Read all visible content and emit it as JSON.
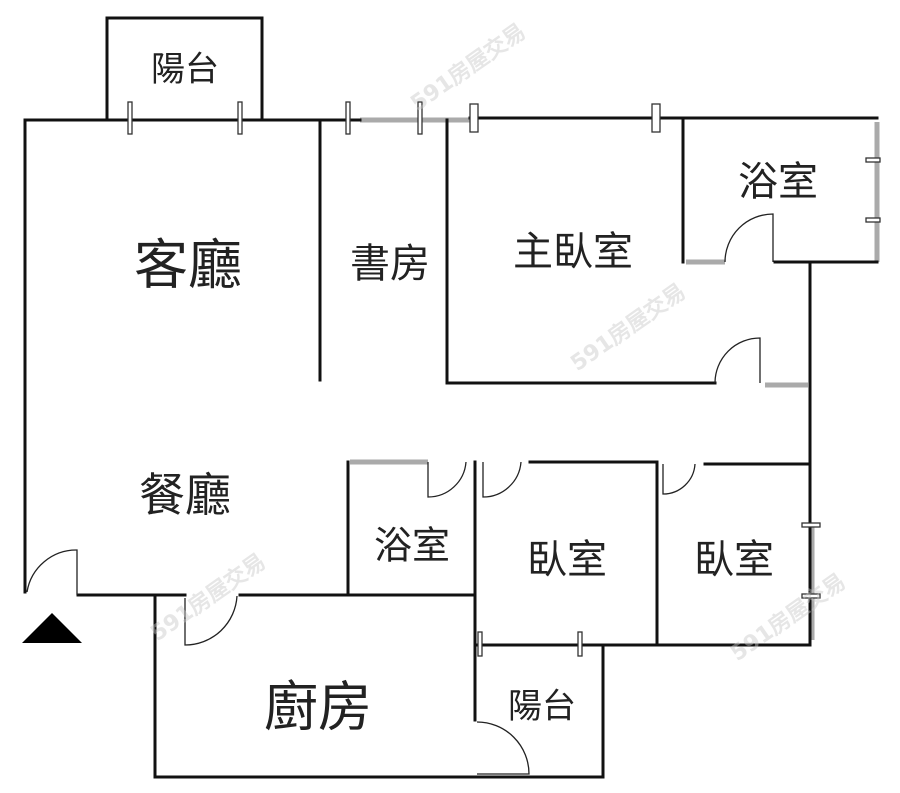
{
  "rooms": {
    "balcony_top": "陽台",
    "living_room": "客廳",
    "study": "書房",
    "master_bedroom": "主臥室",
    "bathroom_master": "浴室",
    "dining_room": "餐廳",
    "bathroom_common": "浴室",
    "bedroom_1": "臥室",
    "bedroom_2": "臥室",
    "kitchen": "廚房",
    "balcony_kitchen": "陽台"
  },
  "watermark": "591房屋交易"
}
